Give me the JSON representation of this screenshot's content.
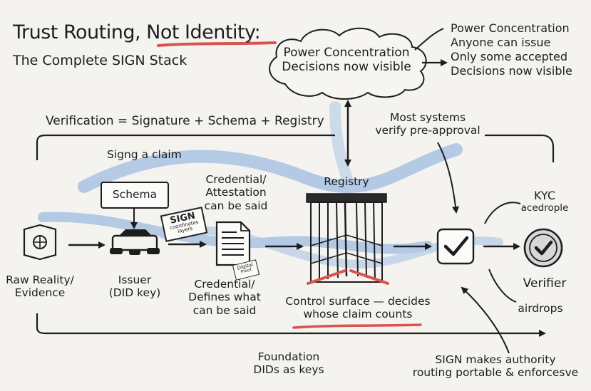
{
  "title": {
    "part1": "Trust Routing, ",
    "part2": "Not Identity",
    "part3": ":"
  },
  "subtitle": "The Complete SIGN Stack",
  "cloud_text": {
    "line1": "Power Concentration",
    "line2": "Decisions now visible"
  },
  "callout": {
    "lines": [
      "Power Concentration",
      "Anyone can issue",
      "Only some accepted",
      "Decisions now visible"
    ]
  },
  "verification_formula": "Verification = Signature + Schema + Registry",
  "most_systems": {
    "line1": "Most systems",
    "line2": "verify pre-approval"
  },
  "sign_a_claim": "Signg a claim",
  "schema_label": "Schema",
  "sign_stamp": {
    "big": "SIGN",
    "small1": "coordinates",
    "small2": "layers"
  },
  "credential_top": {
    "line1": "Credential/",
    "line2": "Attestation",
    "line3": "can be said"
  },
  "credential_bottom": {
    "line1": "Credential/",
    "line2": "Defines what",
    "line3": "can be said"
  },
  "digital_stamp": {
    "line1": "Digital",
    "line2": "Proof"
  },
  "registry_label": "Registry",
  "raw_reality": {
    "line1": "Raw Reality/",
    "line2": "Evidence"
  },
  "issuer": {
    "line1": "Issuer",
    "line2": "(DID key)"
  },
  "control_surface": {
    "line1": "Control surface — decides",
    "line2": "whose claim counts"
  },
  "kyc": {
    "line1": "KYC",
    "line2": "acedrople"
  },
  "verifier_label": "Verifier",
  "airdrops_label": "airdrops",
  "foundation": {
    "line1": "Foundation",
    "line2": "DIDs as keys"
  },
  "sign_makes": {
    "line1": "SIGN makes authority",
    "line2": "routing portable & enforcesve"
  },
  "colors": {
    "ink": "#1d1d1d",
    "accent_red": "#d9534f",
    "flow_blue": "#7fa7dc",
    "paper": "#f4f3ef"
  }
}
